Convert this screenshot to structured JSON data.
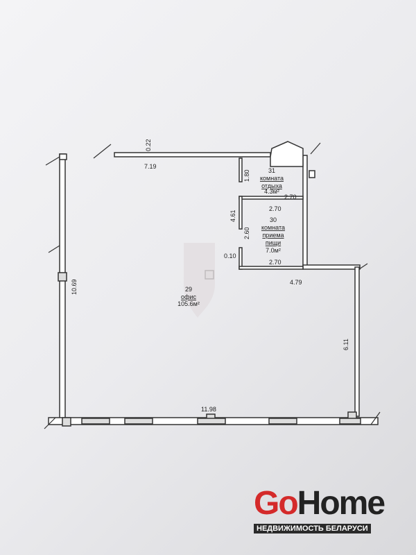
{
  "rooms": [
    {
      "number": "31",
      "name_line1": "комната",
      "name_line2": "отдыха",
      "area": "4.3м²"
    },
    {
      "number": "30",
      "name_line1": "комната",
      "name_line2": "приема",
      "name_line3": "пищи",
      "area": "7.0м²"
    },
    {
      "number": "29",
      "name_line1": "офис",
      "area": "105.6м²"
    }
  ],
  "dimensions": {
    "top_wall": "7.19",
    "top_thickness": "0.22",
    "room31_height": "1.80",
    "room31_width": "2.70",
    "room30_top": "2.70",
    "room30_left": "4.61",
    "room30_height": "2.60",
    "room30_offset": "0.10",
    "room30_bottom": "2.70",
    "step_width": "4.79",
    "left_wall": "10.69",
    "right_wall": "6.11",
    "bottom_wall": "11.98"
  },
  "logo": {
    "go": "Go",
    "home": "Home",
    "tagline": "НЕДВИЖИМОСТЬ БЕЛАРУСИ"
  }
}
